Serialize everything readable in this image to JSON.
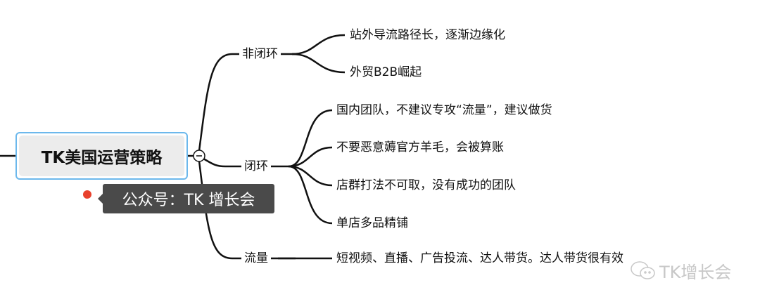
{
  "root": {
    "title": "TK美国运营策略"
  },
  "note": {
    "text": "公众号：TK 增长会"
  },
  "branches": [
    {
      "label": "非闭环",
      "children": [
        "站外导流路径长，逐渐边缘化",
        "外贸B2B崛起"
      ]
    },
    {
      "label": "闭环",
      "children": [
        "国内团队，不建议专攻“流量”，建议做货",
        "不要恶意薅官方羊毛，会被算账",
        "店群打法不可取，没有成功的团队",
        "单店多品精铺"
      ]
    },
    {
      "label": "流量",
      "children": [
        "短视频、直播、广告投流、达人带货。达人带货很有效"
      ]
    }
  ],
  "watermark": {
    "text": "TK增长会"
  },
  "colors": {
    "root_border": "#6cb8ec",
    "root_fill": "#ececec",
    "note_bg": "#4a4a4a",
    "marker": "#e8402c"
  }
}
